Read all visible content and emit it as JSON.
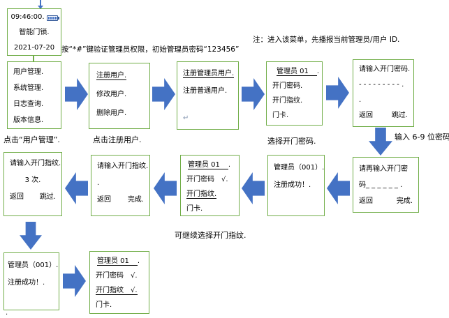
{
  "colors": {
    "box_border": "#70AD47",
    "arrow_fill": "#4472C4",
    "connector_blue": "#4472C4",
    "battery_fill": "#4472C4",
    "battery_outline": "#2F5597",
    "text": "#000000"
  },
  "notes": {
    "admin_hint": "按“*#”键验证管理员权限，初始管理员密码“123456”",
    "menu_hint": "注：进入该菜单，先播报当前管理员/用户 ID.",
    "trailing_mark": "."
  },
  "captions": {
    "click_user_mgmt": "点击“用户管理”.",
    "click_register": "点击注册用户.",
    "select_password": "选择开门密码.",
    "enter_password_len": "输入 6-9 位密码.",
    "continue_fingerprint": "可继续选择开门指纹."
  },
  "screens": {
    "home": {
      "time": "09:46:00.",
      "battery_icon": "battery",
      "title": "智能门锁.",
      "date": "2021-07-20"
    },
    "main_menu": {
      "items": [
        "用户管理.",
        "系统管理.",
        "日志查询.",
        "版本信息."
      ]
    },
    "user_menu": {
      "register": "注册用户.",
      "modify": "修改用户.",
      "delete": "删除用户."
    },
    "register_menu": {
      "admin": "注册管理员用户.",
      "normal": "注册普通用户.",
      "return_mark": "↵"
    },
    "admin_methods": {
      "title": "管理员 01",
      "title_mark": ".",
      "password": "开门密码.",
      "fingerprint": "开门指纹.",
      "card": "门卡."
    },
    "enter_password": {
      "prompt": "请输入开门密码.",
      "input": "- - - - - - - - -",
      "input_mark": ".",
      "mark": ".",
      "left": "返回",
      "right": "跳过."
    },
    "reenter_password": {
      "prompt_line1": "请再输入开门密",
      "prompt_line2": "码_ _ _ _ _ _ .",
      "left": "返回",
      "right": "完成."
    },
    "registered_mid": {
      "line1": "管理员（001）.",
      "line2": "注册成功！."
    },
    "admin_methods_pwd": {
      "title": "管理员 01",
      "title_mark": ".",
      "password": "开门密码　√.",
      "fingerprint": "开门指纹.",
      "card": "门卡."
    },
    "enter_fingerprint_done": {
      "prompt": "请输入开门指纹.",
      "mark": ".",
      "left": "返回",
      "right": "完成."
    },
    "enter_fingerprint": {
      "prompt": "请输入开门指纹.",
      "times": "3 次.",
      "left": "返回",
      "right": "跳过."
    },
    "registered_final": {
      "line1": "管理员（001）.",
      "line2": "注册成功！."
    },
    "admin_methods_all": {
      "title": "管理员 01",
      "title_mark": ".",
      "password": "开门密码　√.",
      "fingerprint": "开门指纹　√.",
      "card": "门卡."
    }
  }
}
